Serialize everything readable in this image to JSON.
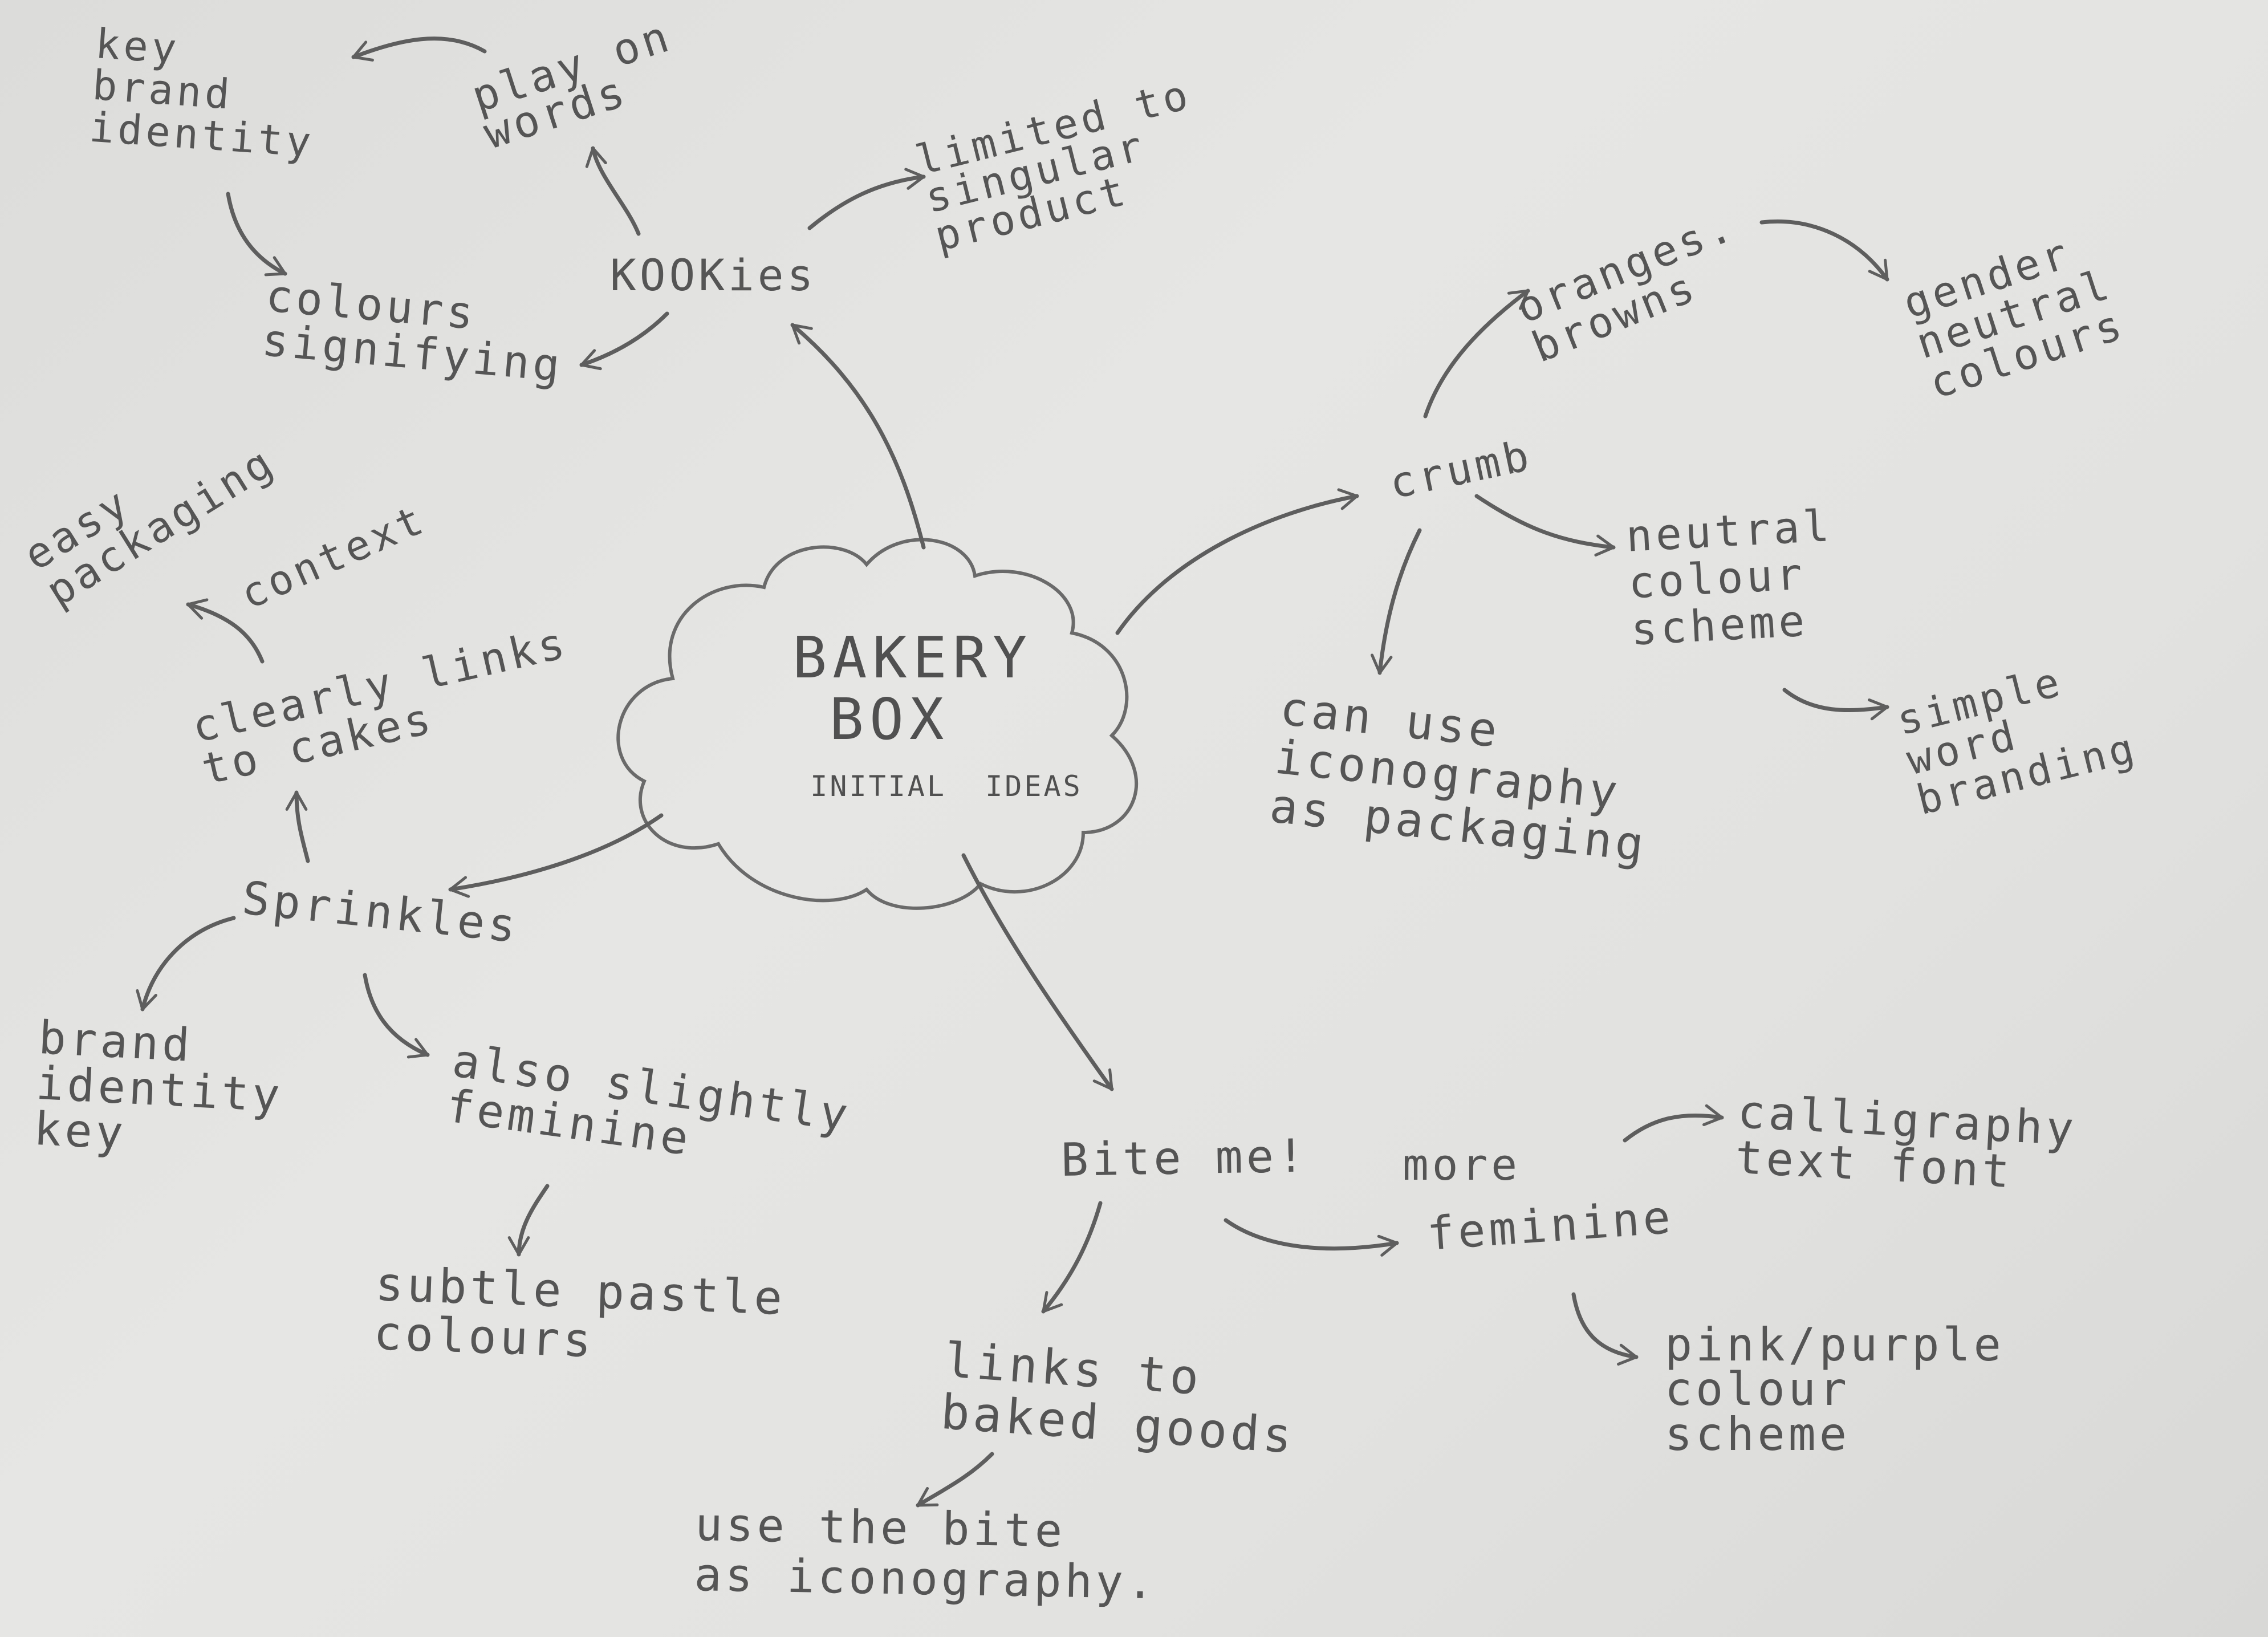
{
  "center": {
    "title": "BAKERY\nBOX",
    "subtitle": "INITIAL  IDEAS"
  },
  "nodes": {
    "kookies": "KOOKies",
    "key_brand_identity": "key\nbrand\nidentity",
    "play_on_words": "play on\nwords",
    "limited_product": "limited to\nsingular\nproduct",
    "colours_signifying": "colours\nsignifying",
    "crumb": "crumb",
    "oranges_browns": "oranges.\nbrowns",
    "gender_neutral": "gender\nneutral\ncolours",
    "neutral_scheme": "neutral\ncolour\nscheme",
    "simple_word": "simple\nword\nbranding",
    "iconography_packaging": "can use\niconography\nas packaging",
    "sprinkles": "Sprinkles",
    "easy_packaging": "easy\npackaging",
    "context": "context",
    "clearly_links": "clearly links\nto cakes",
    "brand_identity_key": "brand\nidentity\nkey",
    "slightly_feminine": "also slightly\nfeminine",
    "subtle_pastel": "subtle pastle\ncolours",
    "bite_me": "Bite me!",
    "more": "more",
    "feminine": "feminine",
    "calligraphy": "calligraphy\ntext font",
    "pink_purple": "pink/purple\ncolour\nscheme",
    "links_baked": "links to\nbaked goods",
    "use_bite": "use the bite\nas iconography."
  },
  "colors": {
    "paper": "#e3e3e1",
    "pencil": "#555555"
  }
}
